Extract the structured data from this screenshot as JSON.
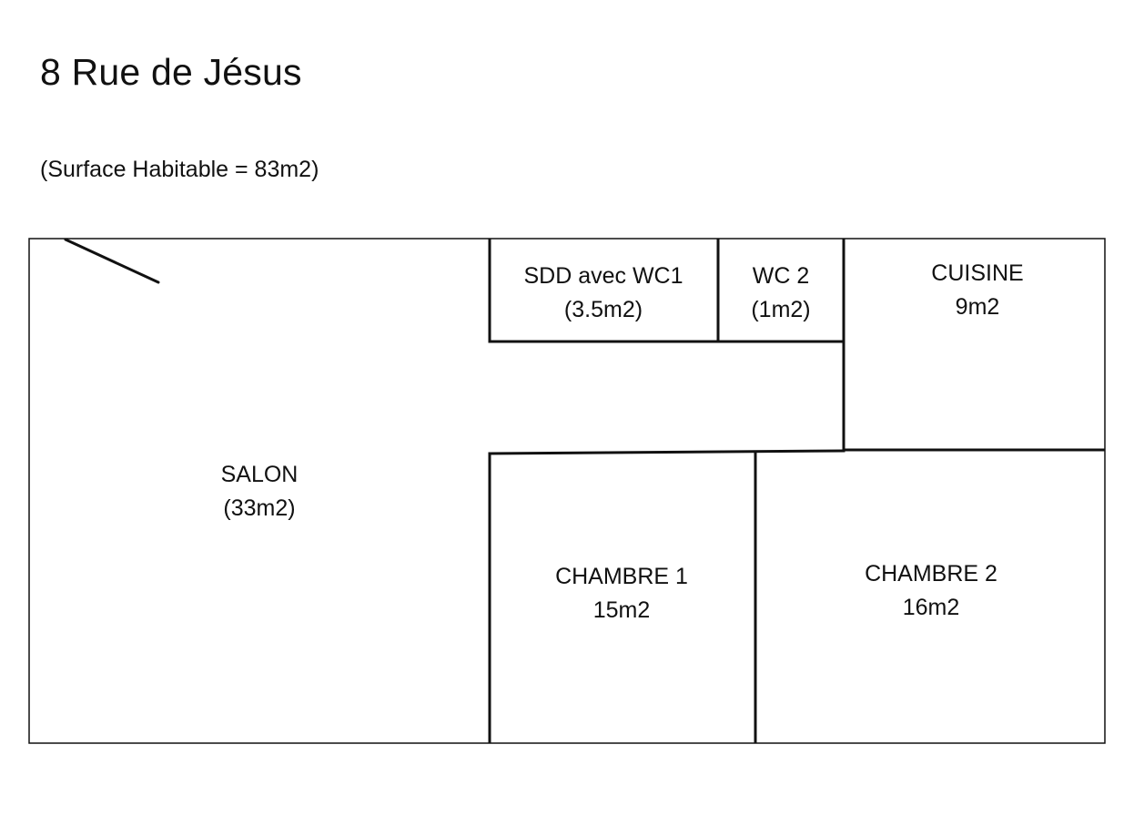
{
  "title": "8 Rue de Jésus",
  "subtitle": "(Surface Habitable = 83m2)",
  "rooms": [
    {
      "name": "SDD avec WC1",
      "area": "(3.5m2)"
    },
    {
      "name": "WC 2",
      "area": "(1m2)"
    },
    {
      "name": "CUISINE",
      "area": "9m2"
    },
    {
      "name": "SALON",
      "area": "(33m2)"
    },
    {
      "name": "CHAMBRE 1",
      "area": "15m2"
    },
    {
      "name": "CHAMBRE 2",
      "area": "16m2"
    }
  ],
  "colors": {
    "line": "#111111",
    "background": "#ffffff"
  }
}
